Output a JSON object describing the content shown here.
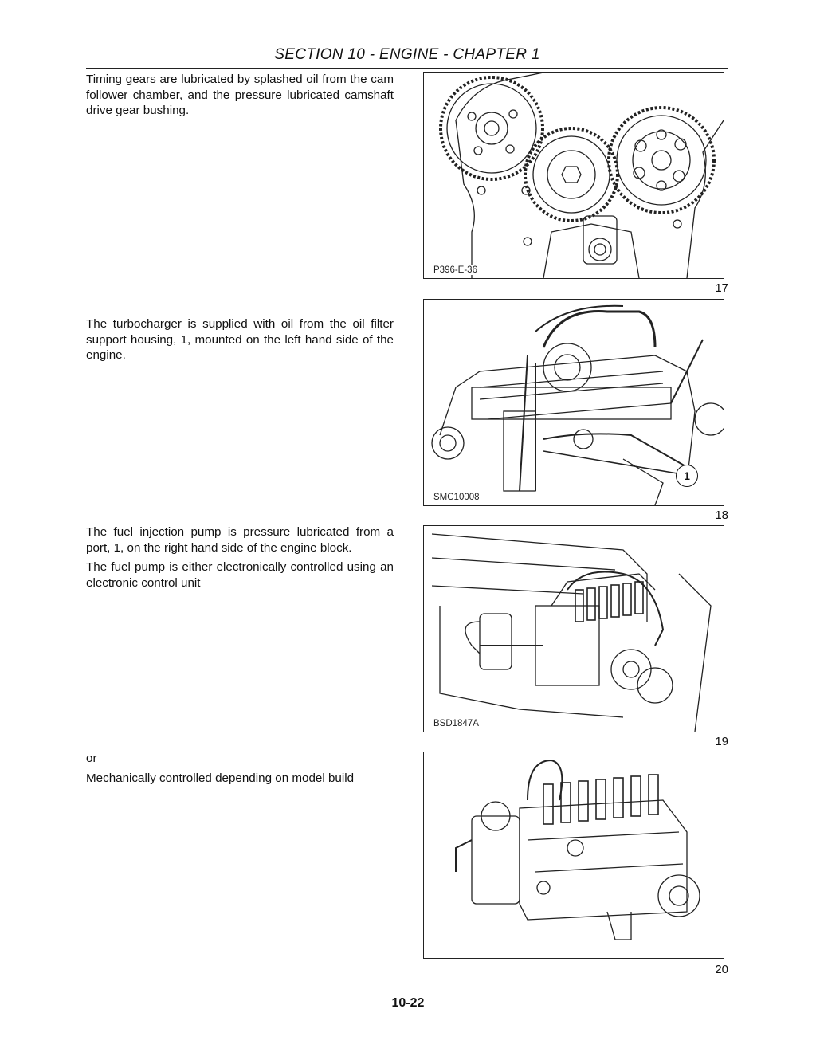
{
  "header": {
    "title": "SECTION 10 - ENGINE  - CHAPTER 1"
  },
  "paragraphs": {
    "p1": "Timing gears are lubricated by splashed oil from the cam follower chamber, and the pressure lubricated camshaft drive gear bushing.",
    "p2": "The turbocharger is supplied with oil from the oil filter support housing, 1, mounted on the left hand side of the engine.",
    "p3a": "The fuel injection pump is pressure lubricated from a port, 1, on the right hand side of the engine block.",
    "p3b": "The fuel pump is either electronically controlled using an electronic control unit",
    "p4a": "or",
    "p4b": "Mechanically controlled depending on model build"
  },
  "figures": [
    {
      "number": "17",
      "code": "P396-E-36",
      "subject": "timing gears"
    },
    {
      "number": "18",
      "code": "SMC10008",
      "subject": "turbocharger oil feed",
      "callout": "1"
    },
    {
      "number": "19",
      "code": "BSD1847A",
      "subject": "electronic fuel injection pump"
    },
    {
      "number": "20",
      "code": "",
      "subject": "mechanical fuel injection pump"
    }
  ],
  "footer": {
    "page_number": "10-22"
  }
}
